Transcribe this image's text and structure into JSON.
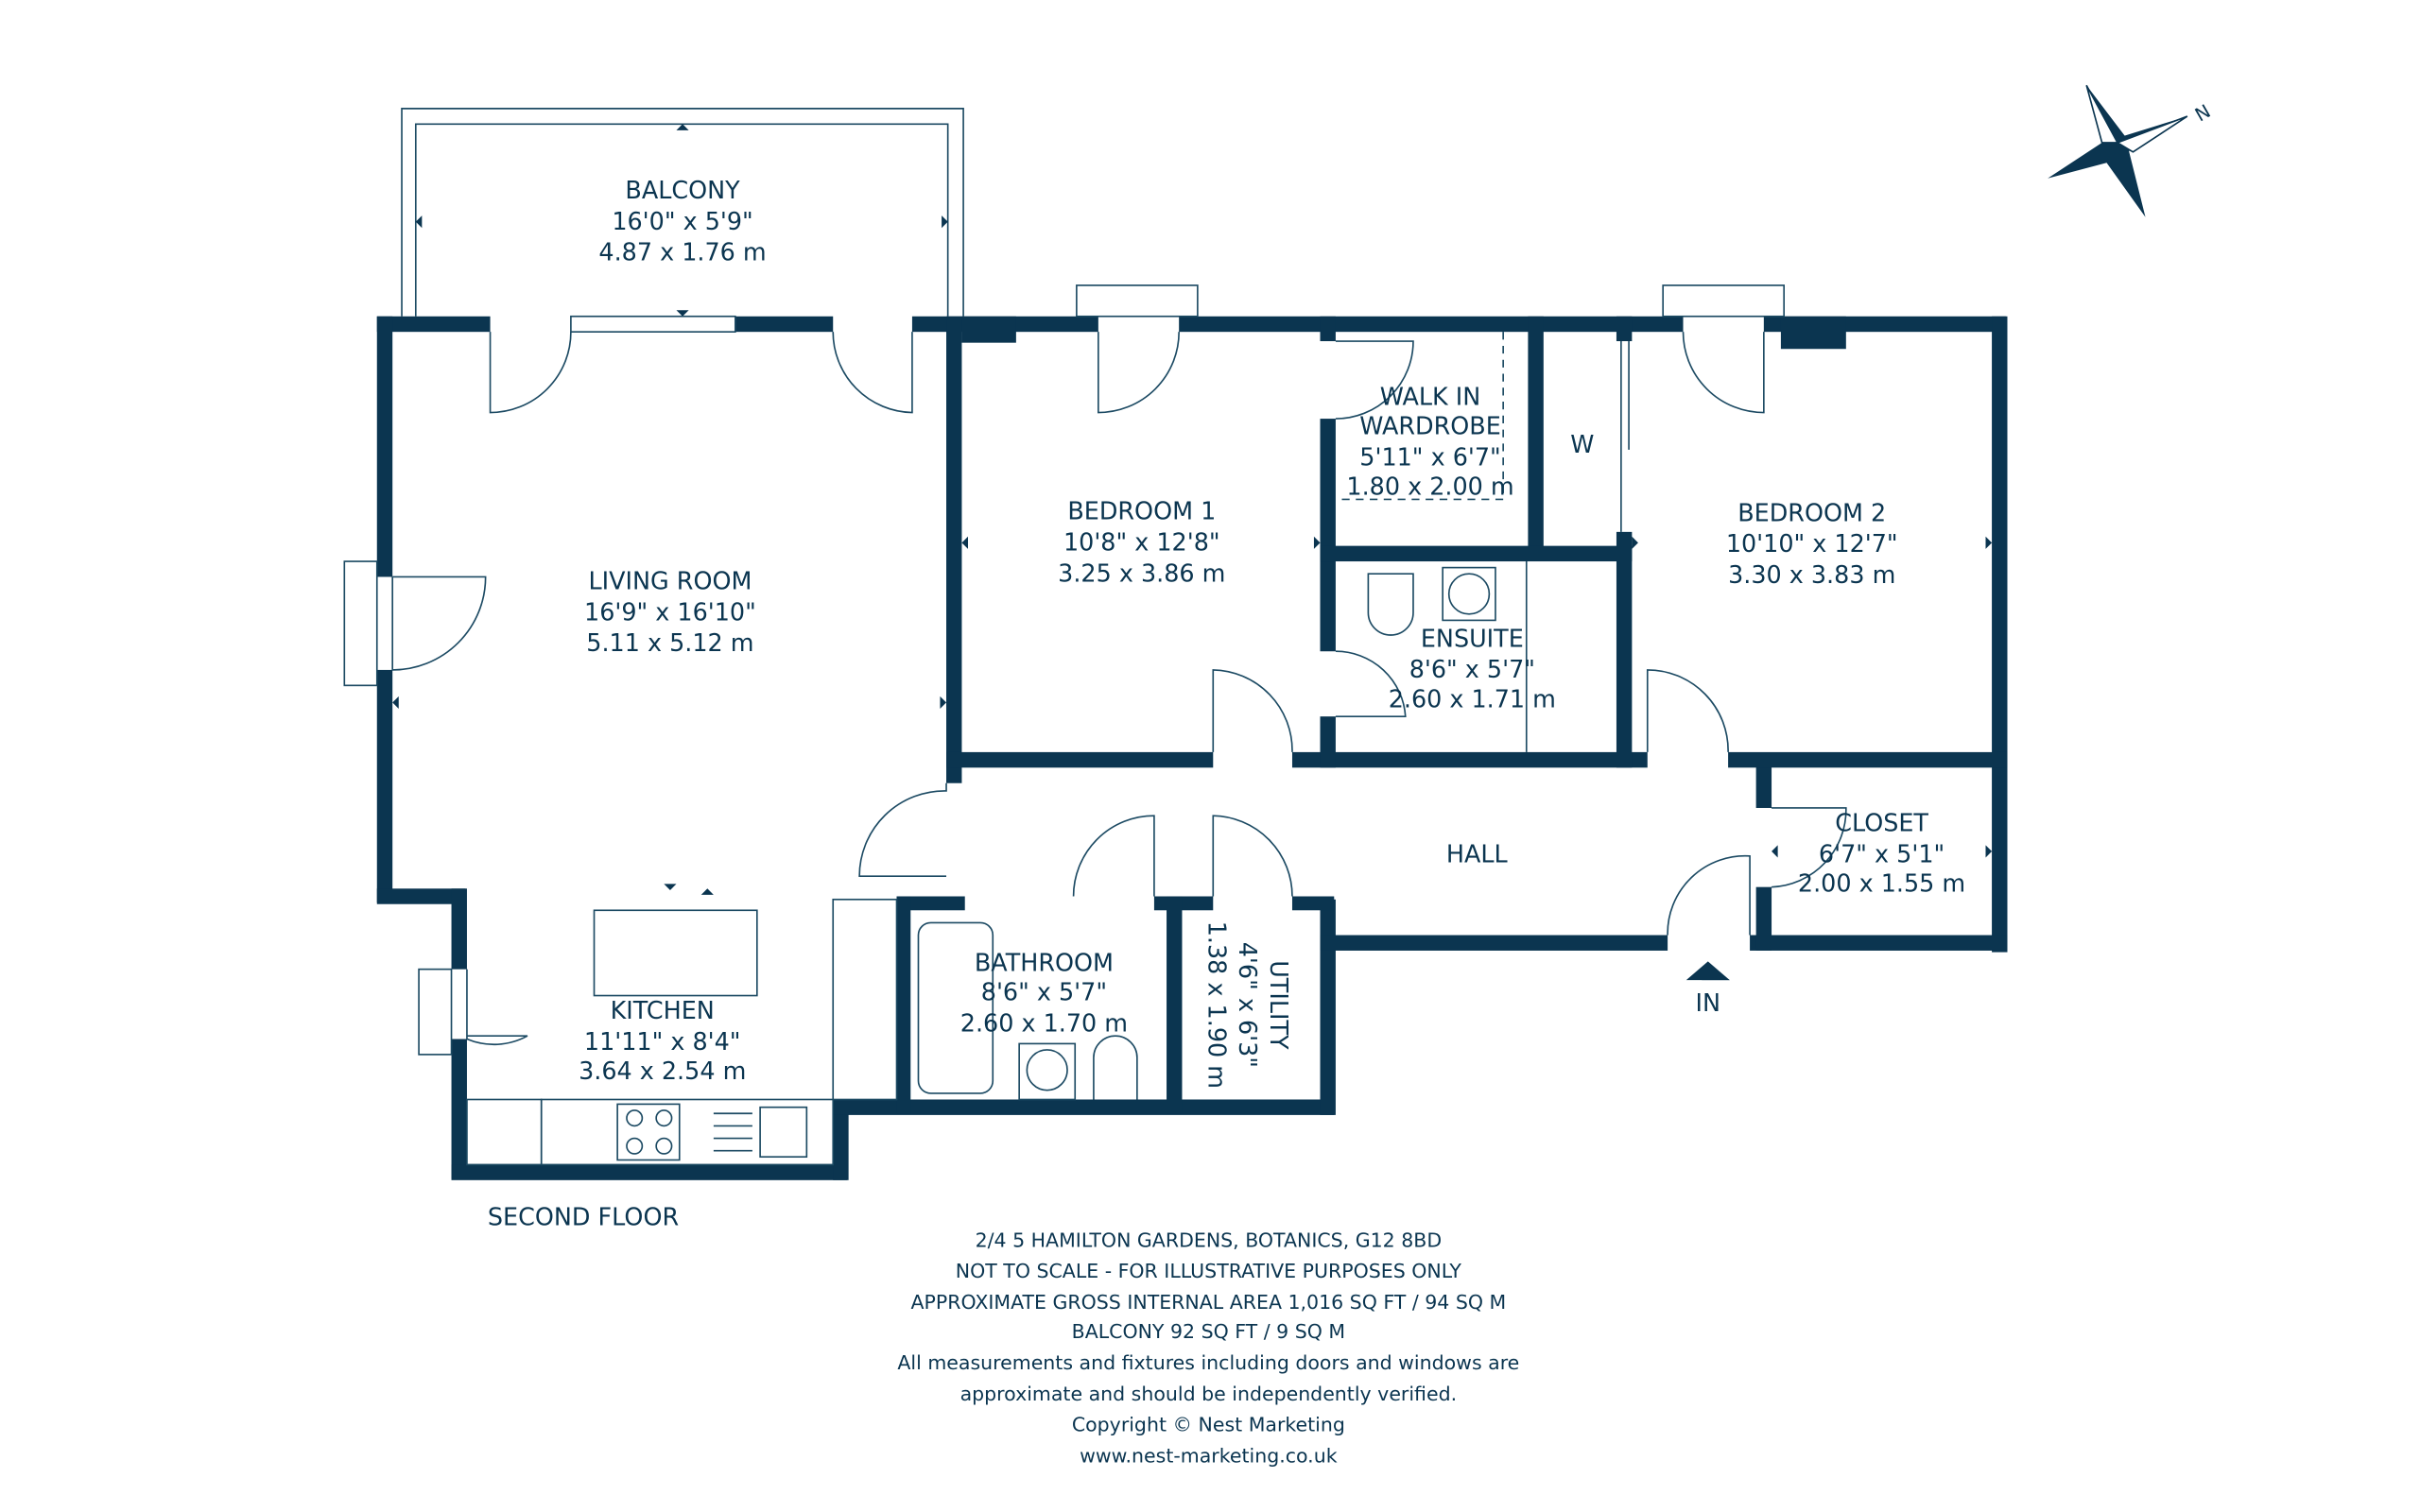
{
  "colors": {
    "wall": "#0b3550",
    "background": "#ffffff"
  },
  "compass": {
    "icon": "north-arrow-compass-icon",
    "label": "N"
  },
  "rooms": {
    "balcony": {
      "name": "BALCONY",
      "imperial": "16'0\" x 5'9\"",
      "metric": "4.87 x 1.76 m"
    },
    "living": {
      "name": "LIVING ROOM",
      "imperial": "16'9\" x 16'10\"",
      "metric": "5.11 x 5.12 m"
    },
    "bedroom1": {
      "name": "BEDROOM 1",
      "imperial": "10'8\" x 12'8\"",
      "metric": "3.25 x 3.86 m"
    },
    "wardrobe": {
      "name1": "WALK IN",
      "name2": "WARDROBE",
      "imperial": "5'11\" x 6'7\"",
      "metric": "1.80 x 2.00 m"
    },
    "w": {
      "name": "W"
    },
    "bedroom2": {
      "name": "BEDROOM 2",
      "imperial": "10'10\" x 12'7\"",
      "metric": "3.30 x 3.83 m"
    },
    "ensuite": {
      "name": "ENSUITE",
      "imperial": "8'6\" x 5'7\"",
      "metric": "2.60 x 1.71 m"
    },
    "hall": {
      "name": "HALL"
    },
    "closet": {
      "name": "CLOSET",
      "imperial": "6'7\" x 5'1\"",
      "metric": "2.00 x 1.55 m"
    },
    "kitchen": {
      "name": "KITCHEN",
      "imperial": "11'11\" x 8'4\"",
      "metric": "3.64 x 2.54 m"
    },
    "bathroom": {
      "name": "BATHROOM",
      "imperial": "8'6\" x 5'7\"",
      "metric": "2.60 x 1.70 m"
    },
    "utility": {
      "name": "UTILITY",
      "imperial": "4'6\" x 6'3\"",
      "metric": "1.38 x 1.90 m"
    }
  },
  "entrance": {
    "label": "IN"
  },
  "floor_label": "SECOND FLOOR",
  "footer": [
    "2/4 5 HAMILTON GARDENS, BOTANICS, G12 8BD",
    "NOT TO SCALE - FOR ILLUSTRATIVE PURPOSES ONLY",
    "APPROXIMATE GROSS INTERNAL AREA 1,016 SQ FT / 94 SQ M",
    "BALCONY 92 SQ FT / 9 SQ M",
    "All measurements and fixtures including doors and windows are",
    "approximate and should be independently verified.",
    "Copyright © Nest Marketing",
    "www.nest-marketing.co.uk"
  ]
}
